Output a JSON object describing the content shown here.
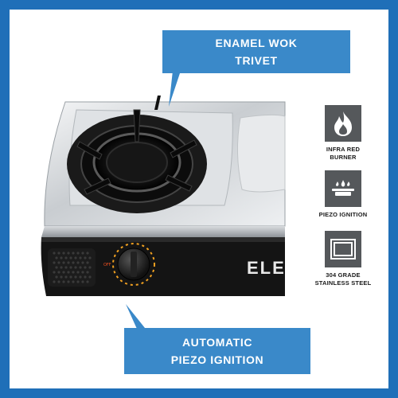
{
  "colors": {
    "frame": "#1f6fb8",
    "callout": "#3a89c9",
    "badge": "#55585b",
    "brand_text": "#e8e8e8"
  },
  "callouts": {
    "top": {
      "line1": "ENAMEL WOK",
      "line2": "TRIVET"
    },
    "bottom": {
      "line1": "AUTOMATIC",
      "line2": "PIEZO IGNITION"
    }
  },
  "features": [
    {
      "icon": "flame-icon",
      "line1": "INFRA RED",
      "line2": "BURNER"
    },
    {
      "icon": "piezo-burner-icon",
      "line1": "PIEZO IGNITION",
      "line2": ""
    },
    {
      "icon": "stainless-panel-icon",
      "line1": "304 GRADE",
      "line2": "STAINLESS STEEL"
    }
  ],
  "product": {
    "brand_text": "ELE"
  }
}
